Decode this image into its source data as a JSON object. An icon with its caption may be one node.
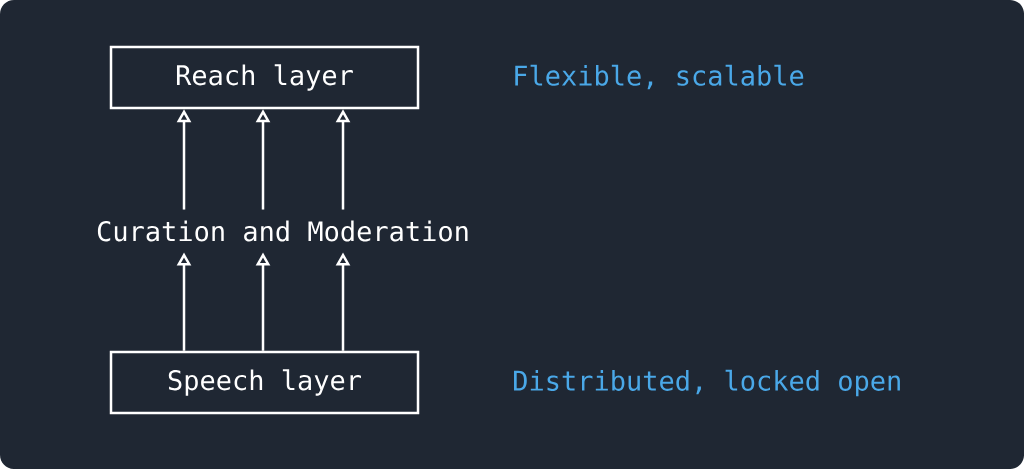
{
  "diagram": {
    "nodes": [
      {
        "text": [
          "Reach layer"
        ],
        "beside": [
          "Flexible, scalable"
        ]
      },
      {
        "text": [
          "Curation and Moderation"
        ]
      },
      {
        "text": [
          "Speech layer"
        ],
        "beside": [
          "Distributed, locked open"
        ]
      }
    ],
    "edges": [
      {
        "from": 1,
        "to": 0,
        "arrow": "to"
      },
      {
        "from": 1,
        "to": 0,
        "arrow": "to"
      },
      {
        "from": 1,
        "to": 0,
        "arrow": "to"
      },
      {
        "from": 2,
        "to": 1,
        "arrow": "to"
      },
      {
        "from": 2,
        "to": 1,
        "arrow": "to"
      },
      {
        "from": 2,
        "to": 1,
        "arrow": "to"
      }
    ]
  }
}
